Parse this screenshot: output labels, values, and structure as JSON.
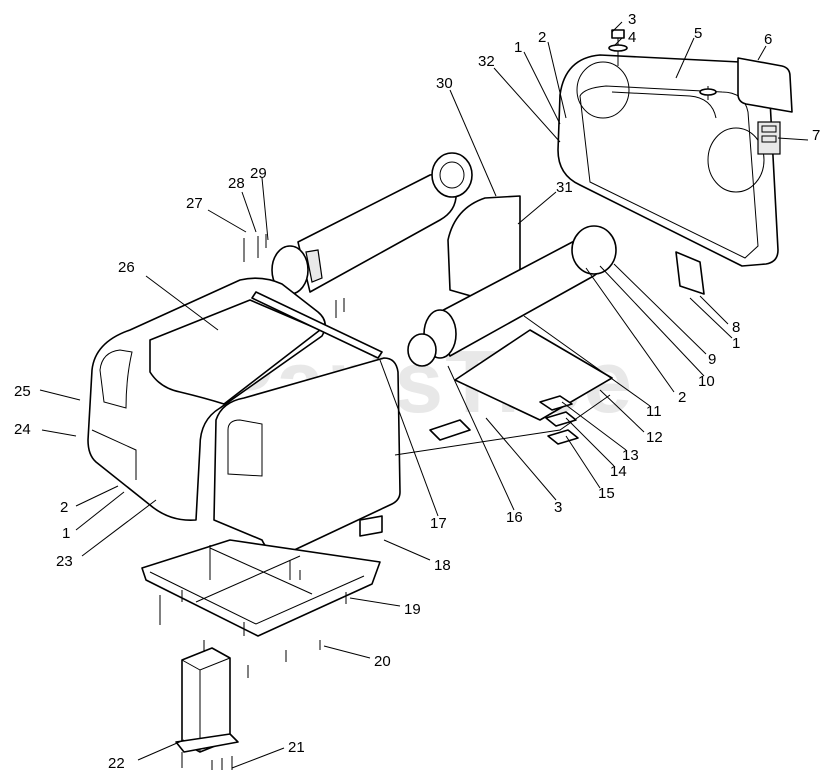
{
  "watermark": "PartsTree",
  "callouts": [
    {
      "id": "c1a",
      "text": "1"
    },
    {
      "id": "c2a",
      "text": "2"
    },
    {
      "id": "c3a",
      "text": "3"
    },
    {
      "id": "c4",
      "text": "4"
    },
    {
      "id": "c5",
      "text": "5"
    },
    {
      "id": "c6",
      "text": "6"
    },
    {
      "id": "c7",
      "text": "7"
    },
    {
      "id": "c8",
      "text": "8"
    },
    {
      "id": "c1b",
      "text": "1"
    },
    {
      "id": "c9",
      "text": "9"
    },
    {
      "id": "c10",
      "text": "10"
    },
    {
      "id": "c2b",
      "text": "2"
    },
    {
      "id": "c11",
      "text": "11"
    },
    {
      "id": "c12",
      "text": "12"
    },
    {
      "id": "c13",
      "text": "13"
    },
    {
      "id": "c14",
      "text": "14"
    },
    {
      "id": "c15",
      "text": "15"
    },
    {
      "id": "c3b",
      "text": "3"
    },
    {
      "id": "c16",
      "text": "16"
    },
    {
      "id": "c17",
      "text": "17"
    },
    {
      "id": "c18",
      "text": "18"
    },
    {
      "id": "c19",
      "text": "19"
    },
    {
      "id": "c20",
      "text": "20"
    },
    {
      "id": "c21",
      "text": "21"
    },
    {
      "id": "c22",
      "text": "22"
    },
    {
      "id": "c23",
      "text": "23"
    },
    {
      "id": "c1c",
      "text": "1"
    },
    {
      "id": "c2c",
      "text": "2"
    },
    {
      "id": "c24",
      "text": "24"
    },
    {
      "id": "c25",
      "text": "25"
    },
    {
      "id": "c26",
      "text": "26"
    },
    {
      "id": "c27",
      "text": "27"
    },
    {
      "id": "c28",
      "text": "28"
    },
    {
      "id": "c29",
      "text": "29"
    },
    {
      "id": "c30",
      "text": "30"
    },
    {
      "id": "c31",
      "text": "31"
    },
    {
      "id": "c32",
      "text": "32"
    }
  ]
}
